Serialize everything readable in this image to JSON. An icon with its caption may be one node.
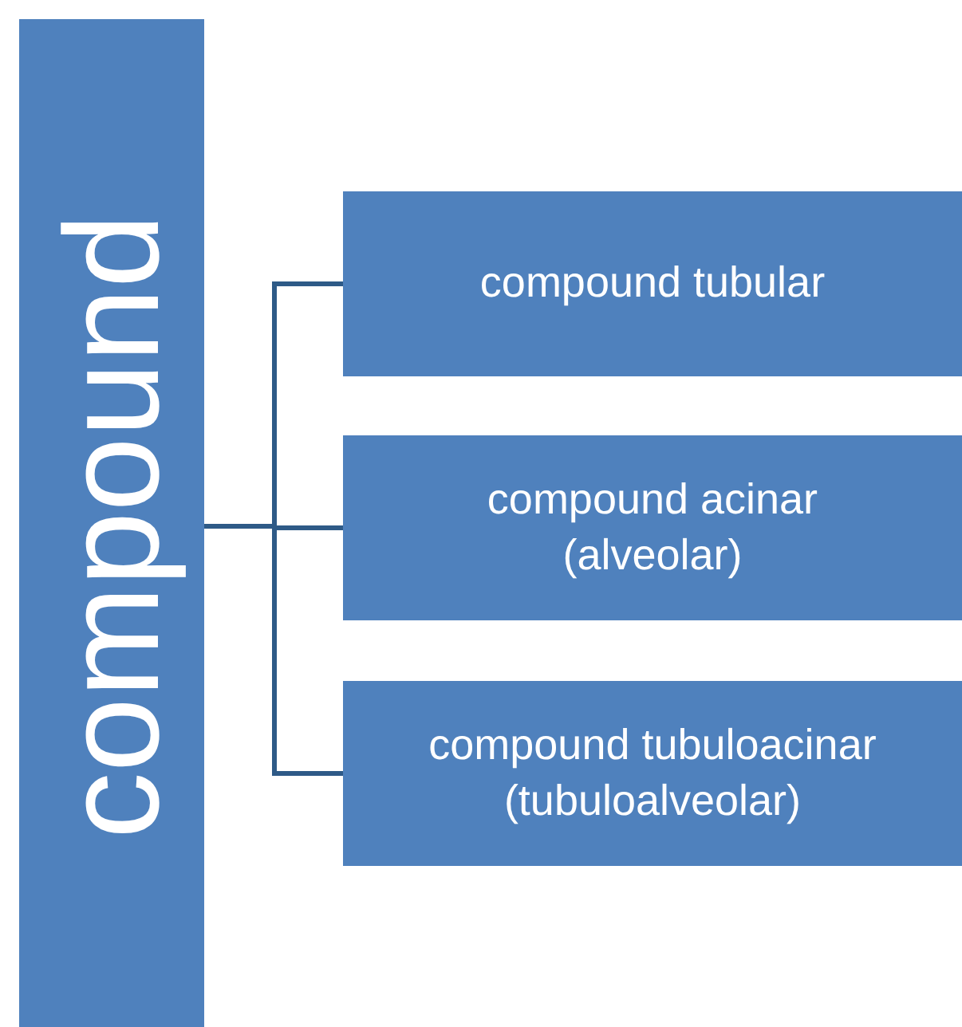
{
  "diagram": {
    "nodes": [
      {
        "text": [
          "compound"
        ]
      },
      {
        "text": [
          "compound tubular"
        ]
      },
      {
        "text": [
          "compound acinar (alveolar)"
        ]
      },
      {
        "text": [
          "compound tubuloacinar (tubuloalveolar)"
        ]
      }
    ],
    "edges": [
      {
        "from": 0,
        "to": 1,
        "arrow": "none"
      },
      {
        "from": 0,
        "to": 2,
        "arrow": "none"
      },
      {
        "from": 0,
        "to": 3,
        "arrow": "none"
      }
    ]
  }
}
